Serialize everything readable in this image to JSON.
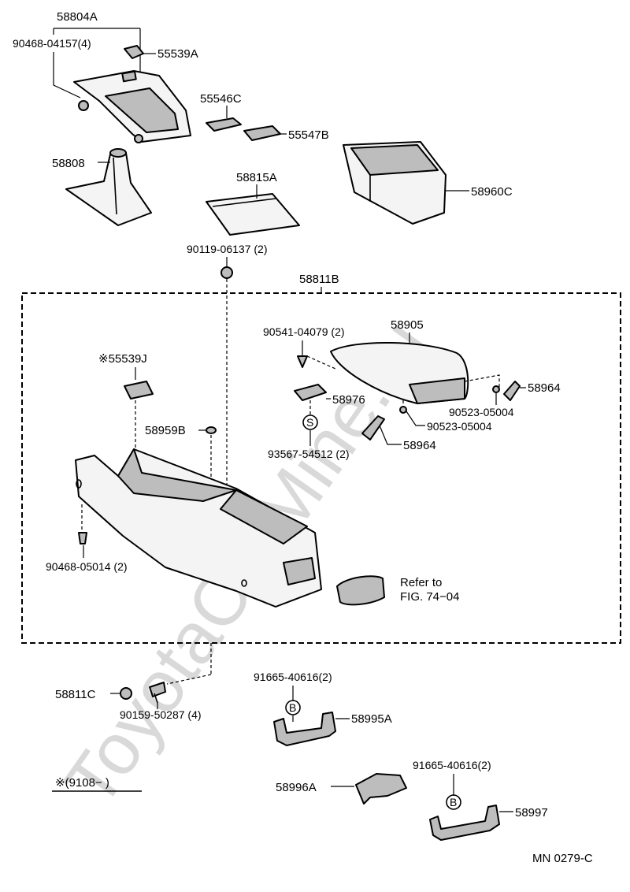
{
  "watermark": "ToyotaCarMine.ru",
  "footer_code": "MN 0279-C",
  "note": "※(9108−  )",
  "labels": {
    "p58804A": "58804A",
    "p90468_04157": "90468-04157(4)",
    "p55539A": "55539A",
    "p55546C": "55546C",
    "p55547B": "55547B",
    "p58808": "58808",
    "p58815A": "58815A",
    "p58960C": "58960C",
    "p90119_06137": "90119-06137 (2)",
    "p58811B": "58811B",
    "p90541_04079": "90541-04079 (2)",
    "p58905": "58905",
    "p55539J": "※55539J",
    "p58976": "58976",
    "p58964a": "58964",
    "p90523_05004a": "90523-05004",
    "p90523_05004b": "90523-05004",
    "p58959B": "58959B",
    "p93567_54512": "93567-54512 (2)",
    "p58964b": "58964",
    "p90468_05014": "90468-05014 (2)",
    "refer1": "Refer to",
    "refer2": "FIG. 74−04",
    "p58811C": "58811C",
    "p90159_50287": "90159-50287  (4)",
    "p91665_40616a": "91665-40616(2)",
    "p58995A": "58995A",
    "p58996A": "58996A",
    "p91665_40616b": "91665-40616(2)",
    "p58997": "58997"
  },
  "markers": {
    "s": "S",
    "b": "B"
  }
}
